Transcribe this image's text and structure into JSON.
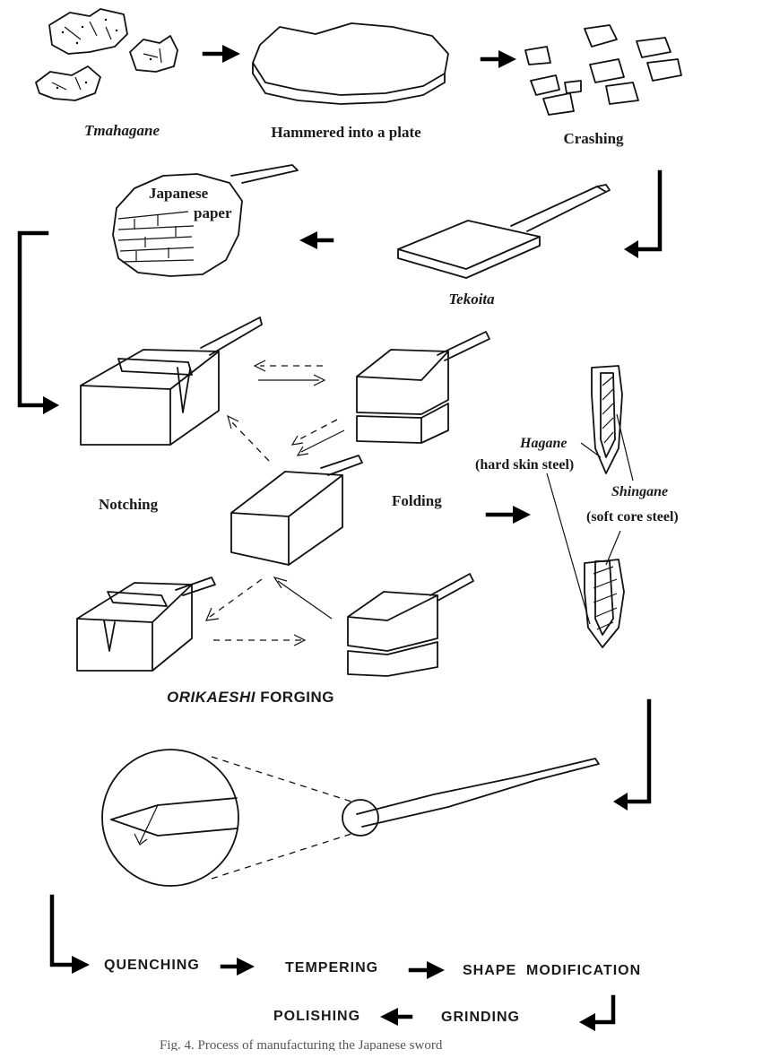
{
  "labels": {
    "tamahagane": "Tmahagane",
    "hammered": "Hammered into a plate",
    "crashing": "Crashing",
    "japanese_paper_line1": "Japanese",
    "japanese_paper_line2": "paper",
    "tekoita": "Tekoita",
    "notching": "Notching",
    "folding": "Folding",
    "orikaeshi_italic": "ORIKAESHI",
    "orikaeshi_rest": " FORGING",
    "hagane": "Hagane",
    "hagane_desc": "(hard skin steel)",
    "shingane": "Shingane",
    "shingane_desc": "(soft core steel)"
  },
  "process_steps": {
    "quenching": "QUENCHING",
    "tempering": "TEMPERING",
    "shape_modification": "SHAPE  MODIFICATION",
    "grinding": "GRINDING",
    "polishing": "POLISHING"
  },
  "caption": "Fig. 4. Process of manufacturing the Japanese sword"
}
